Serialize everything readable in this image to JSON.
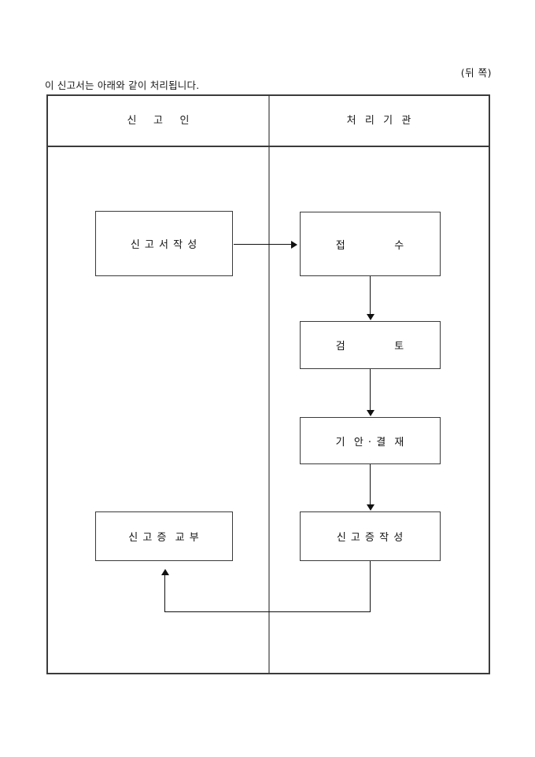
{
  "document": {
    "page_side_label": "(뒤 쪽)",
    "intro_sentence": "이 신고서는 아래와 같이 처리됩니다.",
    "colors": {
      "table_border": "#3b3b3b",
      "column_divider": "#8a8a8a",
      "box_border": "#3a3a3a",
      "connector": "#111111",
      "text": "#1a1a1a",
      "background": "#ffffff"
    }
  },
  "table": {
    "columns": [
      {
        "id": "reporter",
        "header": "신    고    인"
      },
      {
        "id": "agency",
        "header": "처  리  기  관"
      }
    ]
  },
  "flow": {
    "boxes": [
      {
        "id": "prepare-form",
        "column": "reporter",
        "label": "신 고 서 작 성"
      },
      {
        "id": "receipt",
        "column": "agency",
        "label": "접            수"
      },
      {
        "id": "review",
        "column": "agency",
        "label": "검            토"
      },
      {
        "id": "draft-approval",
        "column": "agency",
        "label": "기  안 · 결  재"
      },
      {
        "id": "make-certificate",
        "column": "agency",
        "label": "신 고 증 작 성"
      },
      {
        "id": "issue-certificate",
        "column": "reporter",
        "label": "신 고 증  교 부"
      }
    ],
    "connectors": [
      {
        "id": "form-to-receipt",
        "from": "prepare-form",
        "to": "receipt",
        "direction": "right"
      },
      {
        "id": "receipt-to-review",
        "from": "receipt",
        "to": "review",
        "direction": "down"
      },
      {
        "id": "review-to-draft",
        "from": "review",
        "to": "draft-approval",
        "direction": "down"
      },
      {
        "id": "draft-to-make",
        "from": "draft-approval",
        "to": "make-certificate",
        "direction": "down"
      },
      {
        "id": "make-to-issue",
        "from": "make-certificate",
        "to": "issue-certificate",
        "direction": "up-left"
      }
    ]
  }
}
